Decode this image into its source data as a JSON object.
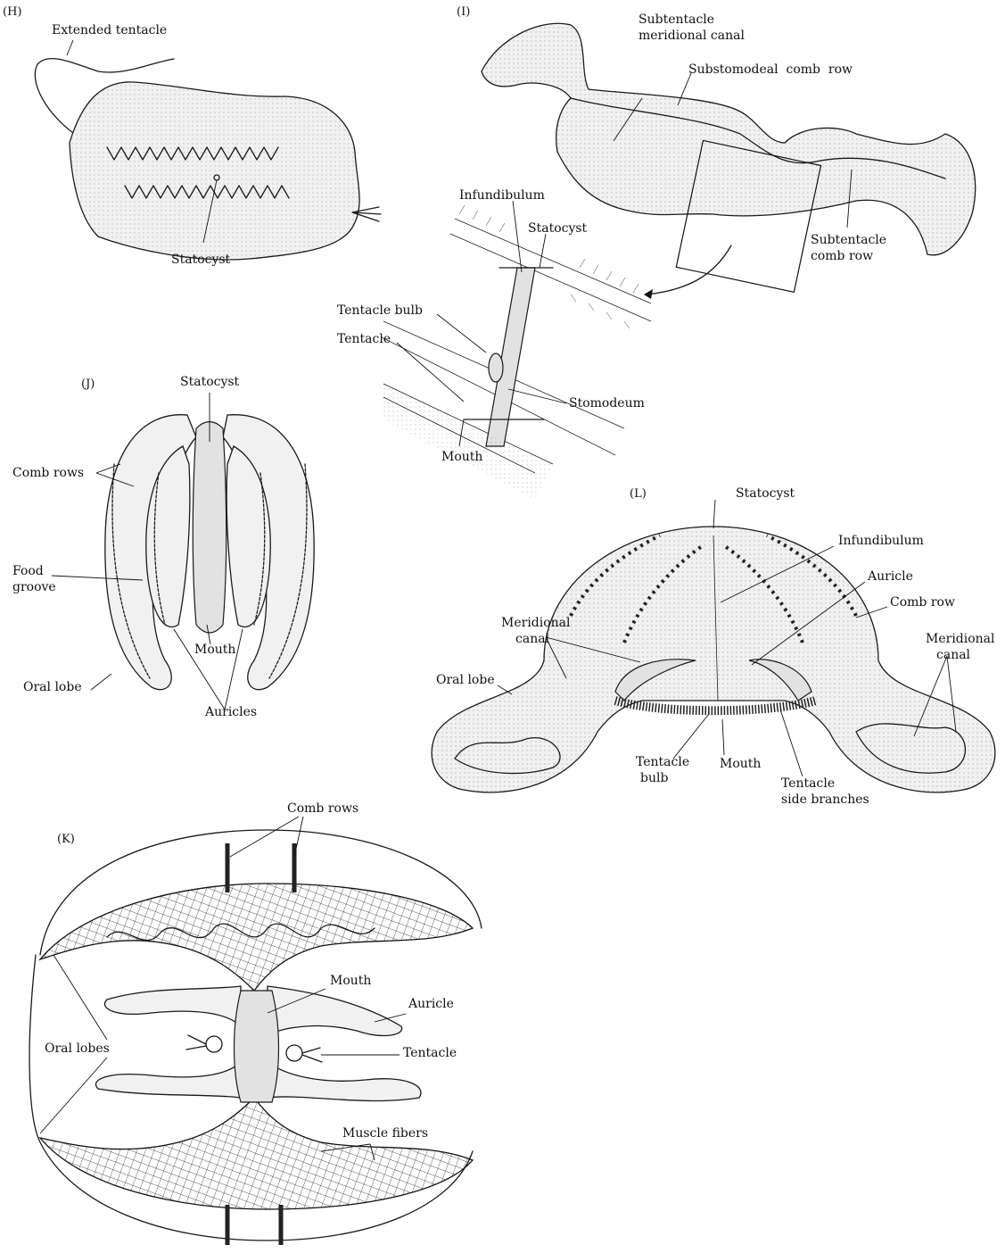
{
  "panels": {
    "H": {
      "panel_label": "(H)",
      "labels": {
        "extended_tentacle": "Extended tentacle",
        "statocyst": "Statocyst"
      }
    },
    "I": {
      "panel_label": "(I)",
      "labels": {
        "subtentacle_meridional_canal_1": "Subtentacle",
        "subtentacle_meridional_canal_2": "meridional canal",
        "substomodeal_comb_row": "Substomodeal  comb  row",
        "subtentacle_comb_row_1": "Subtentacle",
        "subtentacle_comb_row_2": "comb row",
        "infundibulum": "Infundibulum",
        "statocyst": "Statocyst",
        "tentacle_bulb": "Tentacle bulb",
        "tentacle": "Tentacle",
        "stomodeum": "Stomodeum",
        "mouth": "Mouth"
      }
    },
    "J": {
      "panel_label": "(J)",
      "labels": {
        "statocyst": "Statocyst",
        "comb_rows": "Comb rows",
        "food_groove_1": "Food",
        "food_groove_2": "groove",
        "mouth": "Mouth",
        "oral_lobe": "Oral lobe",
        "auricles": "Auricles"
      }
    },
    "L": {
      "panel_label": "(L)",
      "labels": {
        "statocyst": "Statocyst",
        "infundibulum": "Infundibulum",
        "auricle": "Auricle",
        "comb_row": "Comb row",
        "meridional_canal_left_1": "Meridional",
        "meridional_canal_left_2": "canal",
        "meridional_canal_right_1": "Meridional",
        "meridional_canal_right_2": "canal",
        "oral_lobe": "Oral lobe",
        "tentacle_bulb_1": "Tentacle",
        "tentacle_bulb_2": "bulb",
        "mouth": "Mouth",
        "tentacle_side_branches_1": "Tentacle",
        "tentacle_side_branches_2": "side branches"
      }
    },
    "K": {
      "panel_label": "(K)",
      "labels": {
        "comb_rows": "Comb rows",
        "mouth": "Mouth",
        "auricle": "Auricle",
        "oral_lobes": "Oral lobes",
        "tentacle": "Tentacle",
        "muscle_fibers": "Muscle fibers"
      }
    }
  }
}
